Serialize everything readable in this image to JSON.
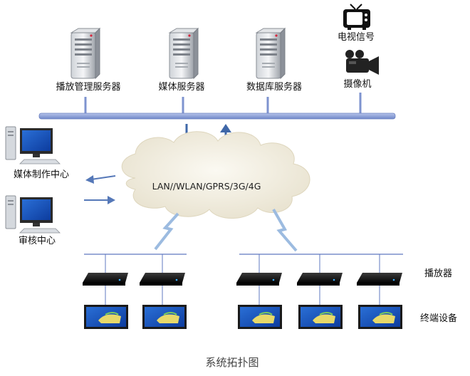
{
  "diagram": {
    "servers": [
      {
        "id": "playback-server",
        "label": "播放管理服务器"
      },
      {
        "id": "media-server",
        "label": "媒体服务器"
      },
      {
        "id": "database-server",
        "label": "数据库服务器"
      }
    ],
    "sources": [
      {
        "id": "tv-signal",
        "label": "电视信号",
        "icon": "tv-icon"
      },
      {
        "id": "camera",
        "label": "摄像机",
        "icon": "video-camera-icon"
      }
    ],
    "network": {
      "label": "LAN//WLAN/GPRS/3G/4G"
    },
    "centers": [
      {
        "id": "media-production",
        "label": "媒体制作中心"
      },
      {
        "id": "review",
        "label": "审核中心"
      }
    ],
    "players_label": "播放器",
    "terminals_label": "终端设备",
    "caption": "系统拓扑图"
  },
  "colors": {
    "bus": "#8a9fd6",
    "bus_dark": "#5f78c0",
    "arrow": "#3f67a8",
    "cloud": "#f2eee1",
    "lightning": "#9cbbe0"
  }
}
